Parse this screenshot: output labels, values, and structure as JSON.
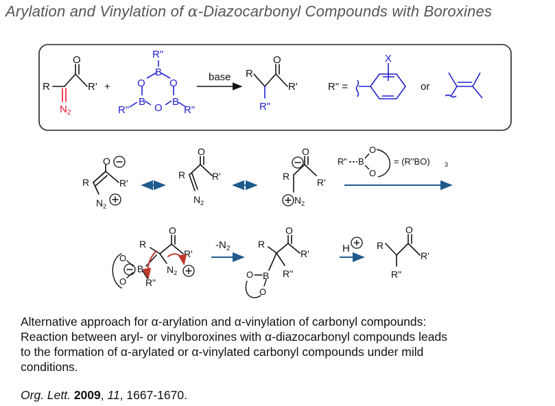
{
  "title": {
    "prefix": "Arylation and Vinylation of ",
    "alpha": "α",
    "suffix": "-Diazocarbonyl Compounds with Boroxines"
  },
  "labels": {
    "R": "R",
    "R_prime": "R'",
    "R_dprime": "R\"",
    "O": "O",
    "B": "B",
    "N2": "N",
    "N2_sub": "2",
    "X": "X",
    "base": "base",
    "R_dprime_eq": "R\" =",
    "or": "or",
    "plus": "+",
    "minus_N2": "-N",
    "H": "H",
    "boroxine_complex": "= (R\"BO)",
    "boroxine_sub": "3",
    "R_dprime_B": "R\"",
    "B_dash": "B"
  },
  "colors": {
    "red": "#e8112d",
    "blue": "#1f1fcf",
    "arrow_blue": "#1f5a8c",
    "curved_red": "#c0392b",
    "box": "#222222"
  },
  "summary": {
    "line1_a": "Alternative approach for ",
    "alpha": "α",
    "line1_b": "-arylation and  ",
    "line1_c": "-vinylation of carbonyl compounds:",
    "line2_a": "Reaction between aryl- or vinylboroxines with  ",
    "line2_b": "-diazocarbonyl compounds leads",
    "line3_a": "to the formation of  ",
    "line3_b": "-arylated or  ",
    "line3_c": "-vinylated carbonyl compounds under mild",
    "line4": "conditions."
  },
  "citation": {
    "journal": "Org. Lett.",
    "year": "2009",
    "volume": "11",
    "pages": "1667-1670."
  }
}
